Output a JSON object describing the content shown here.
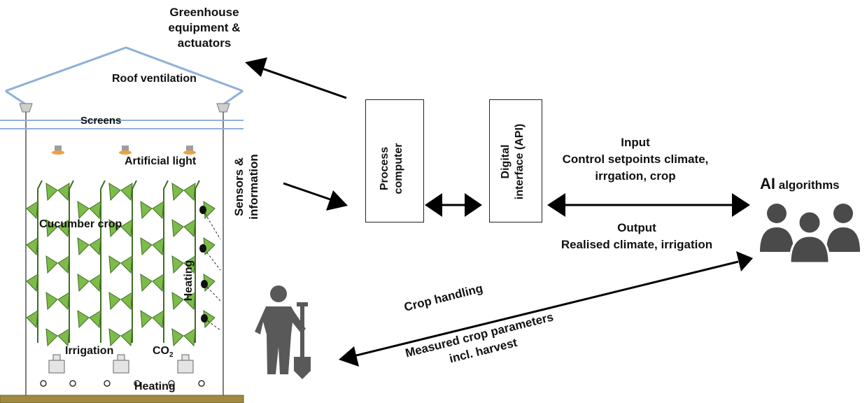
{
  "greenhouse": {
    "roof_ventilation": "Roof ventilation",
    "screens": "Screens",
    "artificial_light": "Artificial light",
    "cucumber_crop": "Cucumber crop",
    "heating_side": "Heating",
    "irrigation": "Irrigation",
    "co2_main": "CO",
    "co2_sub": "2",
    "heating_bottom": "Heating"
  },
  "equipment_label": [
    "Greenhouse",
    "equipment &",
    "actuators"
  ],
  "sensors_label": [
    "Sensors &",
    "information"
  ],
  "process_computer": [
    "Process",
    "computer"
  ],
  "digital_interface": [
    "Digital",
    "interface (API)"
  ],
  "input_block": [
    "Input",
    "Control setpoints climate,",
    "irrgation, crop"
  ],
  "output_block": [
    "Output",
    "Realised climate, irrigation"
  ],
  "ai": {
    "main": "AI",
    "rest": "algorithms"
  },
  "crop_handling": "Crop handling",
  "measured_params": [
    "Measured crop parameters",
    "incl. harvest"
  ],
  "colors": {
    "leaf": "#7dbb4a",
    "leaf_dark": "#3f6e22",
    "roof": "#8fb0d8",
    "ground": "#a08a3e",
    "people": "#4a4a4a",
    "figure": "#595959"
  }
}
